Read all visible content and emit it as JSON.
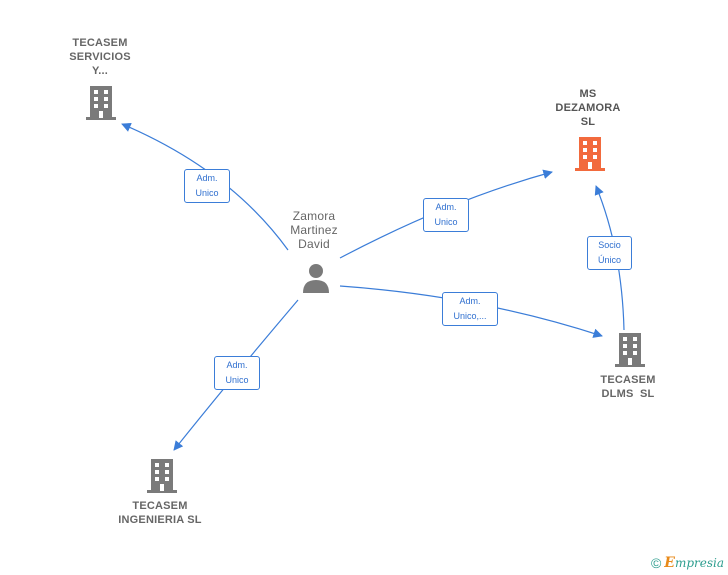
{
  "colors": {
    "edge": "#3b7dd8",
    "building": "#7a7a7a",
    "highlight_building": "#f26a3d",
    "person": "#7a7a7a"
  },
  "nodes": {
    "tecasem_servicios": {
      "lines": [
        "TECASEM",
        "SERVICIOS",
        "Y..."
      ],
      "icon": "building-icon"
    },
    "ms_dezamora": {
      "lines": [
        "MS",
        "DEZAMORA",
        "SL"
      ],
      "icon": "building-icon"
    },
    "zamora": {
      "lines": [
        "Zamora",
        "Martinez",
        "David"
      ],
      "icon": "person-icon"
    },
    "tecasem_dlms": {
      "lines": [
        "TECASEM",
        "DLMS  SL"
      ],
      "icon": "building-icon"
    },
    "tecasem_ingenieria": {
      "lines": [
        "TECASEM",
        "INGENIERIA SL"
      ],
      "icon": "building-icon"
    }
  },
  "edges": {
    "to_servicios": {
      "lines": [
        "Adm.",
        "Unico"
      ]
    },
    "to_dezamora": {
      "lines": [
        "Adm.",
        "Unico"
      ]
    },
    "to_dlms": {
      "lines": [
        "Adm.",
        "Unico,..."
      ]
    },
    "to_ingenieria": {
      "lines": [
        "Adm.",
        "Unico"
      ]
    },
    "dlms_to_dezamora": {
      "lines": [
        "Socio",
        "Único"
      ]
    }
  },
  "footer": {
    "copyright": "©",
    "brand_initial": "E",
    "brand_rest": "mpresia"
  }
}
